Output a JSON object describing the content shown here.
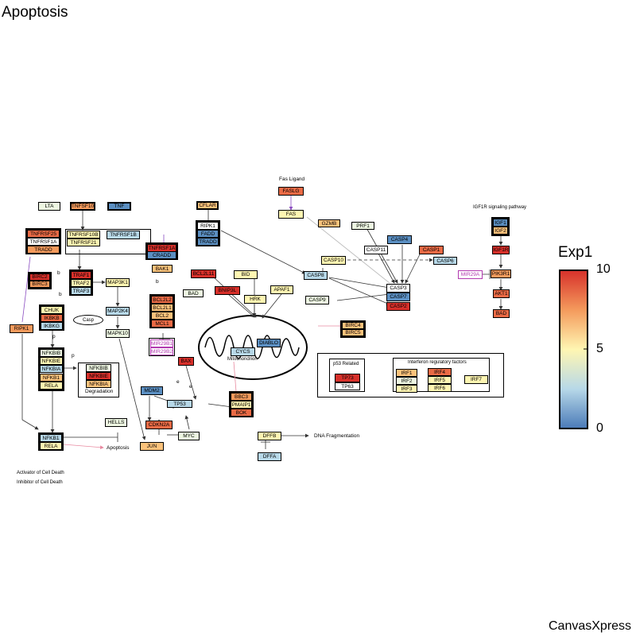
{
  "title": "Apoptosis",
  "brand": "CanvasXpress",
  "colors": {
    "red": "#d7302a",
    "orange_red": "#ea6a45",
    "orange": "#f49a5c",
    "light_orange": "#fbc27b",
    "yellow": "#fff6b2",
    "pale": "#eef7e2",
    "light_blue": "#b7d8e8",
    "blue": "#5b8fc2",
    "magenta": "#b23ab0"
  },
  "legend": {
    "title": "Exp1",
    "max": "10",
    "mid": "5",
    "min": "0"
  },
  "labels": {
    "fas_ligand": "Fas Ligand",
    "igf1r_pathway": "IGF1R signaling pathway",
    "degradation": "Degradation",
    "mitochondrion": "Mitochondrion",
    "dna_fragmentation": "DNA Fragmentation",
    "apoptosis": "Apoptosis",
    "activator": "Activator of Cell Death",
    "inhibitor": "Inhibitor of Cell Death",
    "p53_related": "p53 Related",
    "irf": "Interferon regulatory factors",
    "casp_oval": "Casp",
    "b1": "b",
    "b2": "b",
    "b3": "b",
    "p1": "p",
    "p2": "p",
    "e1": "e",
    "e2": "e"
  },
  "nodes": {
    "lta": "LTA",
    "tnfsf10": "TNFSF10",
    "tnf": "TNF",
    "tnfrsf25": "TNFRSF25",
    "tnfrsf1a_l": "TNFRSF1A",
    "tradd_l": "TRADD",
    "tnfrsf10b": "TNFRSF10B",
    "tnfrsf21": "TNFRSF21",
    "tnfrsf1b": "TNFRSF1B",
    "tnfrsf1a_r": "TNFRSF1A",
    "cradd": "CRADD",
    "cflar": "CFLAR",
    "ripk1_top": "RIPK1",
    "fadd": "FADD",
    "tradd_r": "TRADD",
    "faslg": "FASLG",
    "fas": "FAS",
    "gzmb": "GZMB",
    "prf1": "PRF1",
    "casp4": "CASP4",
    "casp11": "CASP11",
    "casp1": "CASP1",
    "casp6": "CASP6",
    "casp10": "CASP10",
    "casp8": "CASP8",
    "casp3": "CASP3",
    "casp7": "CASP7",
    "casp2": "CASP2",
    "casp9": "CASP9",
    "mir29a": "MIR29A",
    "igf1": "IGF1",
    "igf2": "IGF2",
    "igf1r": "IGF1R",
    "pik3r1": "PIK3R1",
    "akt1": "AKT1",
    "bad_r": "BAD",
    "birc2": "BIRC2",
    "birc3": "BIRC3",
    "traf1": "TRAF1",
    "traf2": "TRAF2",
    "traf3": "TRAF3",
    "map3k1": "MAP3K1",
    "map2k4": "MAP2K4",
    "mapk10": "MAPK10",
    "bak1": "BAK1",
    "bcl2l11": "BCL2L11",
    "bnip3l": "BNIP3L",
    "bid": "BID",
    "bad_c": "BAD",
    "hrk": "HRK",
    "apaf1": "APAF1",
    "bcl2l2": "BCL2L2",
    "bcl2l1": "BCL2L1",
    "bcl2": "BCL2",
    "mcl1": "MCL1",
    "mir29b1": "MIR29B1",
    "mir29b2": "MIR29B2",
    "cycs": "CYCS",
    "diablo": "DIABLO",
    "birc4": "BIRC4",
    "birc5": "BIRC5",
    "chuk": "CHUK",
    "ikbkb": "IKBKB",
    "ikbkg": "IKBKG",
    "ripk1_l": "RIPK1",
    "nfkbib": "NFKBIB",
    "nfkbie": "NFKBIE",
    "nfkbia": "NFKBIA",
    "nfkb1_t": "NFKB1",
    "rela_t": "RELA",
    "nfkbib2": "NFKBIB",
    "nfkbie2": "NFKBIE",
    "nfkbia2": "NFKBIA",
    "bax": "BAX",
    "mdm2": "MDM2",
    "tp53": "TP53",
    "cdkn2a": "CDKN2A",
    "myc": "MYC",
    "hells": "HELLS",
    "jun": "JUN",
    "bbc3": "BBC3",
    "pmaip1": "PMAIP1",
    "bok": "BOK",
    "dffb": "DFFB",
    "dffa": "DFFA",
    "nfkb1_b": "NFKB1",
    "rela_b": "RELA",
    "tp73": "TP73",
    "tp63": "TP63",
    "irf1": "IRF1",
    "irf2": "IRF2",
    "irf3": "IRF3",
    "irf4": "IRF4",
    "irf5": "IRF5",
    "irf6": "IRF6",
    "irf7": "IRF7"
  }
}
